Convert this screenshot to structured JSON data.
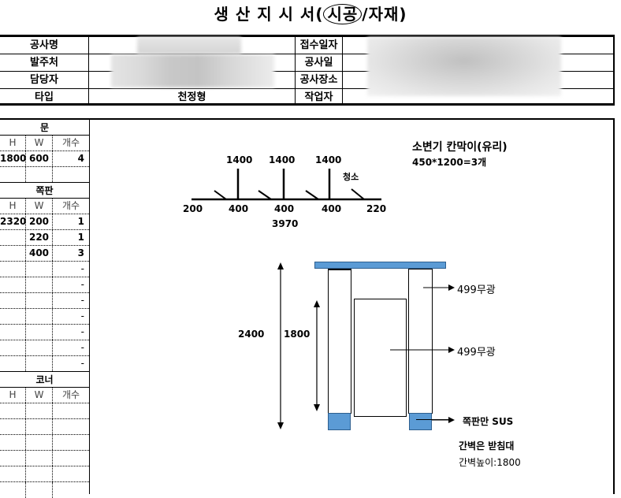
{
  "title": {
    "prefix": "생 산 지 시 서(",
    "circled": "시공",
    "suffix": "/자재)"
  },
  "header": {
    "left_labels": [
      "공사명",
      "발주처",
      "담당자",
      "타입"
    ],
    "type_value": "천정형",
    "right_labels": [
      "접수일자",
      "공사일",
      "공사장소",
      "작업자"
    ]
  },
  "left_panel": {
    "door": {
      "title": "문",
      "columns": [
        "H",
        "W",
        "개수"
      ],
      "rows": [
        {
          "h": "1800",
          "w": "600",
          "count": "4"
        },
        {
          "h": "",
          "w": "",
          "count": ""
        }
      ]
    },
    "side_panel": {
      "title": "쪽판",
      "columns": [
        "H",
        "W",
        "개수"
      ],
      "rows": [
        {
          "h": "2320",
          "w": "200",
          "count": "1"
        },
        {
          "h": "",
          "w": "220",
          "count": "1"
        },
        {
          "h": "",
          "w": "400",
          "count": "3"
        },
        {
          "h": "",
          "w": "",
          "count": "-"
        },
        {
          "h": "",
          "w": "",
          "count": "-"
        },
        {
          "h": "",
          "w": "",
          "count": "-"
        },
        {
          "h": "",
          "w": "",
          "count": "-"
        },
        {
          "h": "",
          "w": "",
          "count": "-"
        },
        {
          "h": "",
          "w": "",
          "count": "-"
        },
        {
          "h": "",
          "w": "",
          "count": "-"
        }
      ]
    },
    "corner": {
      "title": "코너",
      "columns": [
        "H",
        "W",
        "개수"
      ],
      "rows": [
        {
          "h": "",
          "w": "",
          "count": ""
        },
        {
          "h": "",
          "w": "",
          "count": ""
        },
        {
          "h": "",
          "w": "",
          "count": ""
        },
        {
          "h": "",
          "w": "",
          "count": ""
        },
        {
          "h": "",
          "w": "",
          "count": ""
        },
        {
          "h": "",
          "w": "",
          "count": ""
        }
      ]
    }
  },
  "drawing": {
    "plan": {
      "top_dims": [
        "1400",
        "1400",
        "1400"
      ],
      "cleaning_label": "청소",
      "bottom_dims": [
        "200",
        "400",
        "400",
        "400",
        "220"
      ],
      "total": "3970"
    },
    "note_title": "소변기 칸막이(유리)",
    "note_sub": "450*1200=3개",
    "elevation": {
      "height_total": "2400",
      "height_door": "1800",
      "callout_top": "499무광",
      "callout_mid": "499무광",
      "callout_bottom": "쪽판만 SUS",
      "note1": "간벽은 받침대",
      "note2": "간벽높이:1800"
    },
    "colors": {
      "accent_blue": "#5b9bd5"
    }
  }
}
